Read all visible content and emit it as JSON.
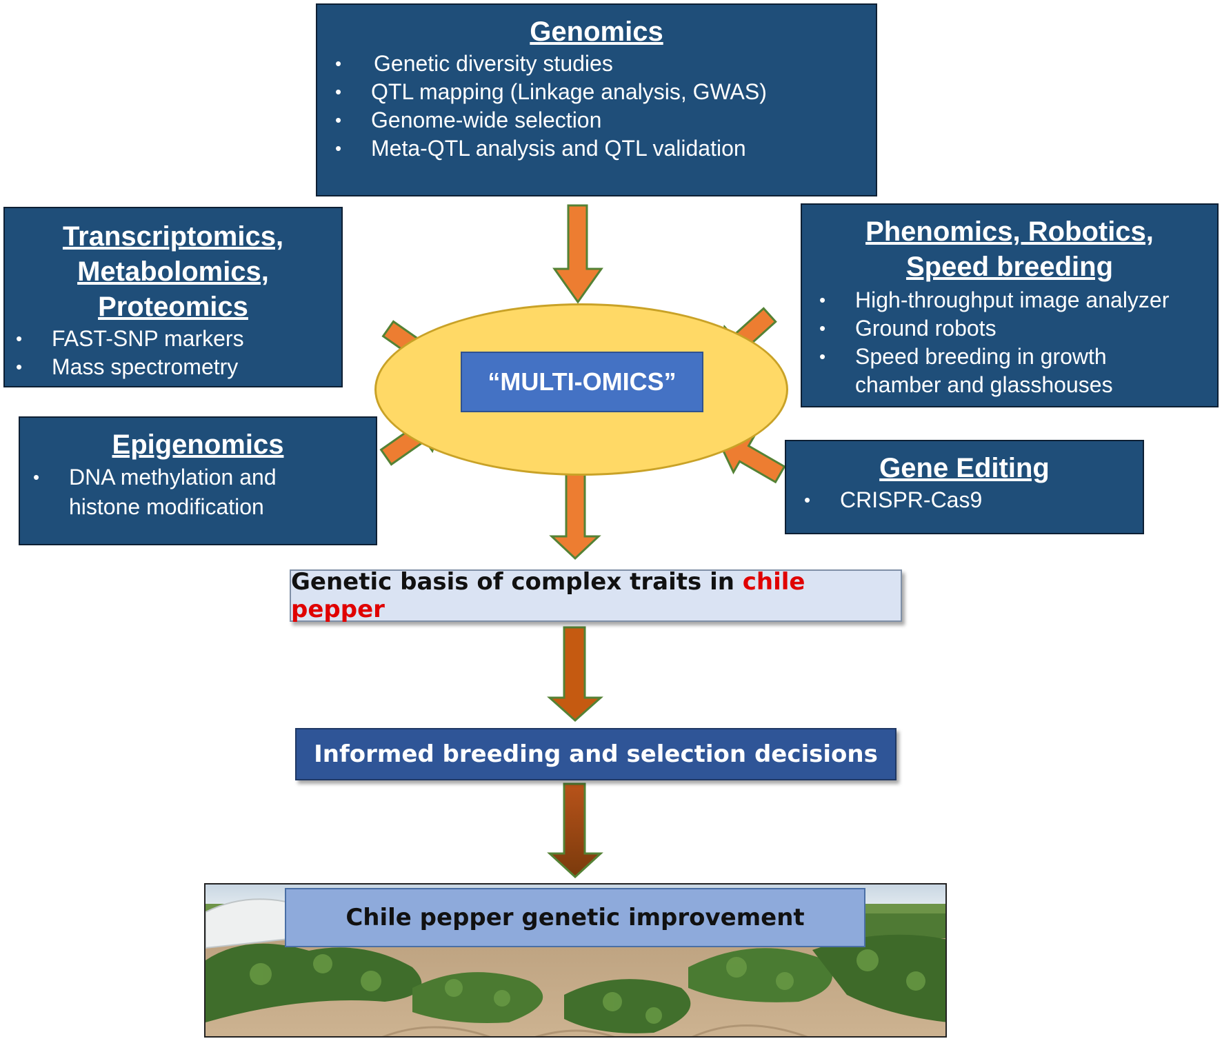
{
  "genomics": {
    "title": "Genomics",
    "items": [
      "Genetic diversity studies",
      "QTL mapping (Linkage analysis, GWAS)",
      "Genome-wide selection",
      "Meta-QTL analysis and QTL validation"
    ]
  },
  "transcriptomics": {
    "title_lines": [
      "Transcriptomics,",
      "Metabolomics,",
      "Proteomics"
    ],
    "items": [
      "FAST-SNP markers",
      "Mass spectrometry"
    ]
  },
  "phenomics": {
    "title_lines": [
      "Phenomics, Robotics,",
      "Speed breeding"
    ],
    "items": [
      "High-throughput image analyzer",
      "Ground robots",
      "Speed breeding in growth chamber and glasshouses"
    ]
  },
  "epigenomics": {
    "title": "Epigenomics",
    "items": [
      "DNA methylation and histone modification"
    ]
  },
  "gene_editing": {
    "title": "Gene Editing",
    "items": [
      "CRISPR-Cas9"
    ]
  },
  "hub": {
    "label": "“MULTI-OMICS”"
  },
  "stages": {
    "genetic_basis_prefix": "Genetic basis of complex traits in ",
    "genetic_basis_highlight": "chile pepper",
    "informed_breeding": "Informed breeding and selection decisions",
    "improvement": "Chile pepper genetic improvement"
  },
  "colors": {
    "box_fill": "#1f4e79",
    "hub_fill": "#4472c4",
    "ellipse_fill": "#ffd966",
    "arrow_orange": "#ed7d31",
    "arrow_dark_orange": "#c55a11",
    "arrow_brown": "#843c0c",
    "highlight_red": "#e00000"
  }
}
